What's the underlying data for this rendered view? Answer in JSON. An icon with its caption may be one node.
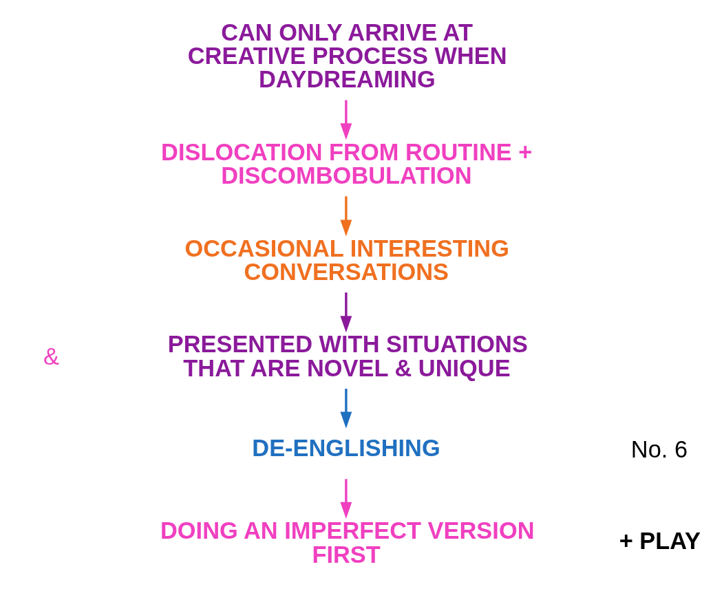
{
  "diagram": {
    "nodes": [
      {
        "text": [
          "CAN ONLY ARRIVE AT CREATIVE PROCESS WHEN DAYDREAMING"
        ]
      },
      {
        "text": [
          "DISLOCATION FROM ROUTINE + DISCOMBOBULATION"
        ]
      },
      {
        "text": [
          "OCCASIONAL INTERESTING CONVERSATIONS"
        ]
      },
      {
        "text": [
          "PRESENTED WITH SITUATIONS THAT ARE NOVEL & UNIQUE"
        ]
      },
      {
        "text": [
          "DE-ENGLISHING"
        ]
      },
      {
        "text": [
          "DOING AN IMPERFECT VERSION FIRST"
        ]
      }
    ],
    "edges": [
      {
        "from": 0,
        "to": 1,
        "arrow": "to"
      },
      {
        "from": 1,
        "to": 2,
        "arrow": "to",
        "color": "#f07020"
      },
      {
        "from": 2,
        "to": 3,
        "arrow": "to",
        "color": "#8b1a9b"
      },
      {
        "from": 3,
        "to": 4,
        "arrow": "to",
        "color": "#2070c0"
      },
      {
        "from": 4,
        "to": 5,
        "arrow": "to"
      }
    ],
    "labels": [
      "&",
      "No. 6",
      "+ PLAY"
    ]
  }
}
